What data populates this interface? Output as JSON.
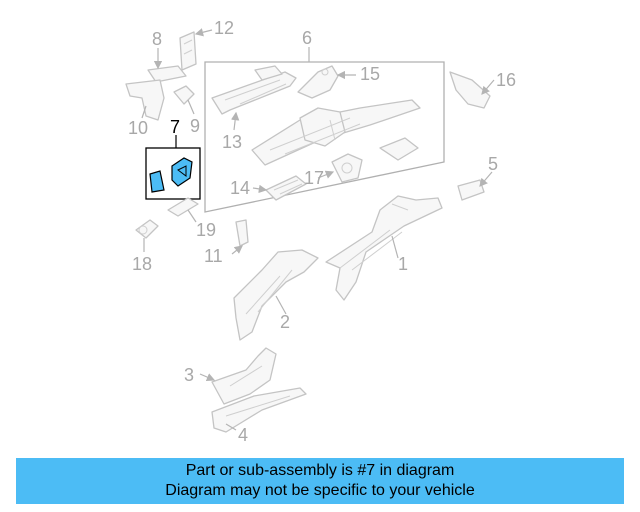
{
  "callouts": {
    "c1": "1",
    "c2": "2",
    "c3": "3",
    "c4": "4",
    "c5": "5",
    "c6": "6",
    "c7": "7",
    "c8": "8",
    "c9": "9",
    "c10": "10",
    "c11": "11",
    "c12": "12",
    "c13": "13",
    "c14": "14",
    "c15": "15",
    "c16": "16",
    "c17": "17",
    "c18": "18",
    "c19": "19"
  },
  "highlight_color": "#4cbcf5",
  "banner": {
    "line1": "Part or sub-assembly is #7 in diagram",
    "line2": "Diagram may not be specific to your vehicle",
    "background": "#4cbcf5"
  }
}
